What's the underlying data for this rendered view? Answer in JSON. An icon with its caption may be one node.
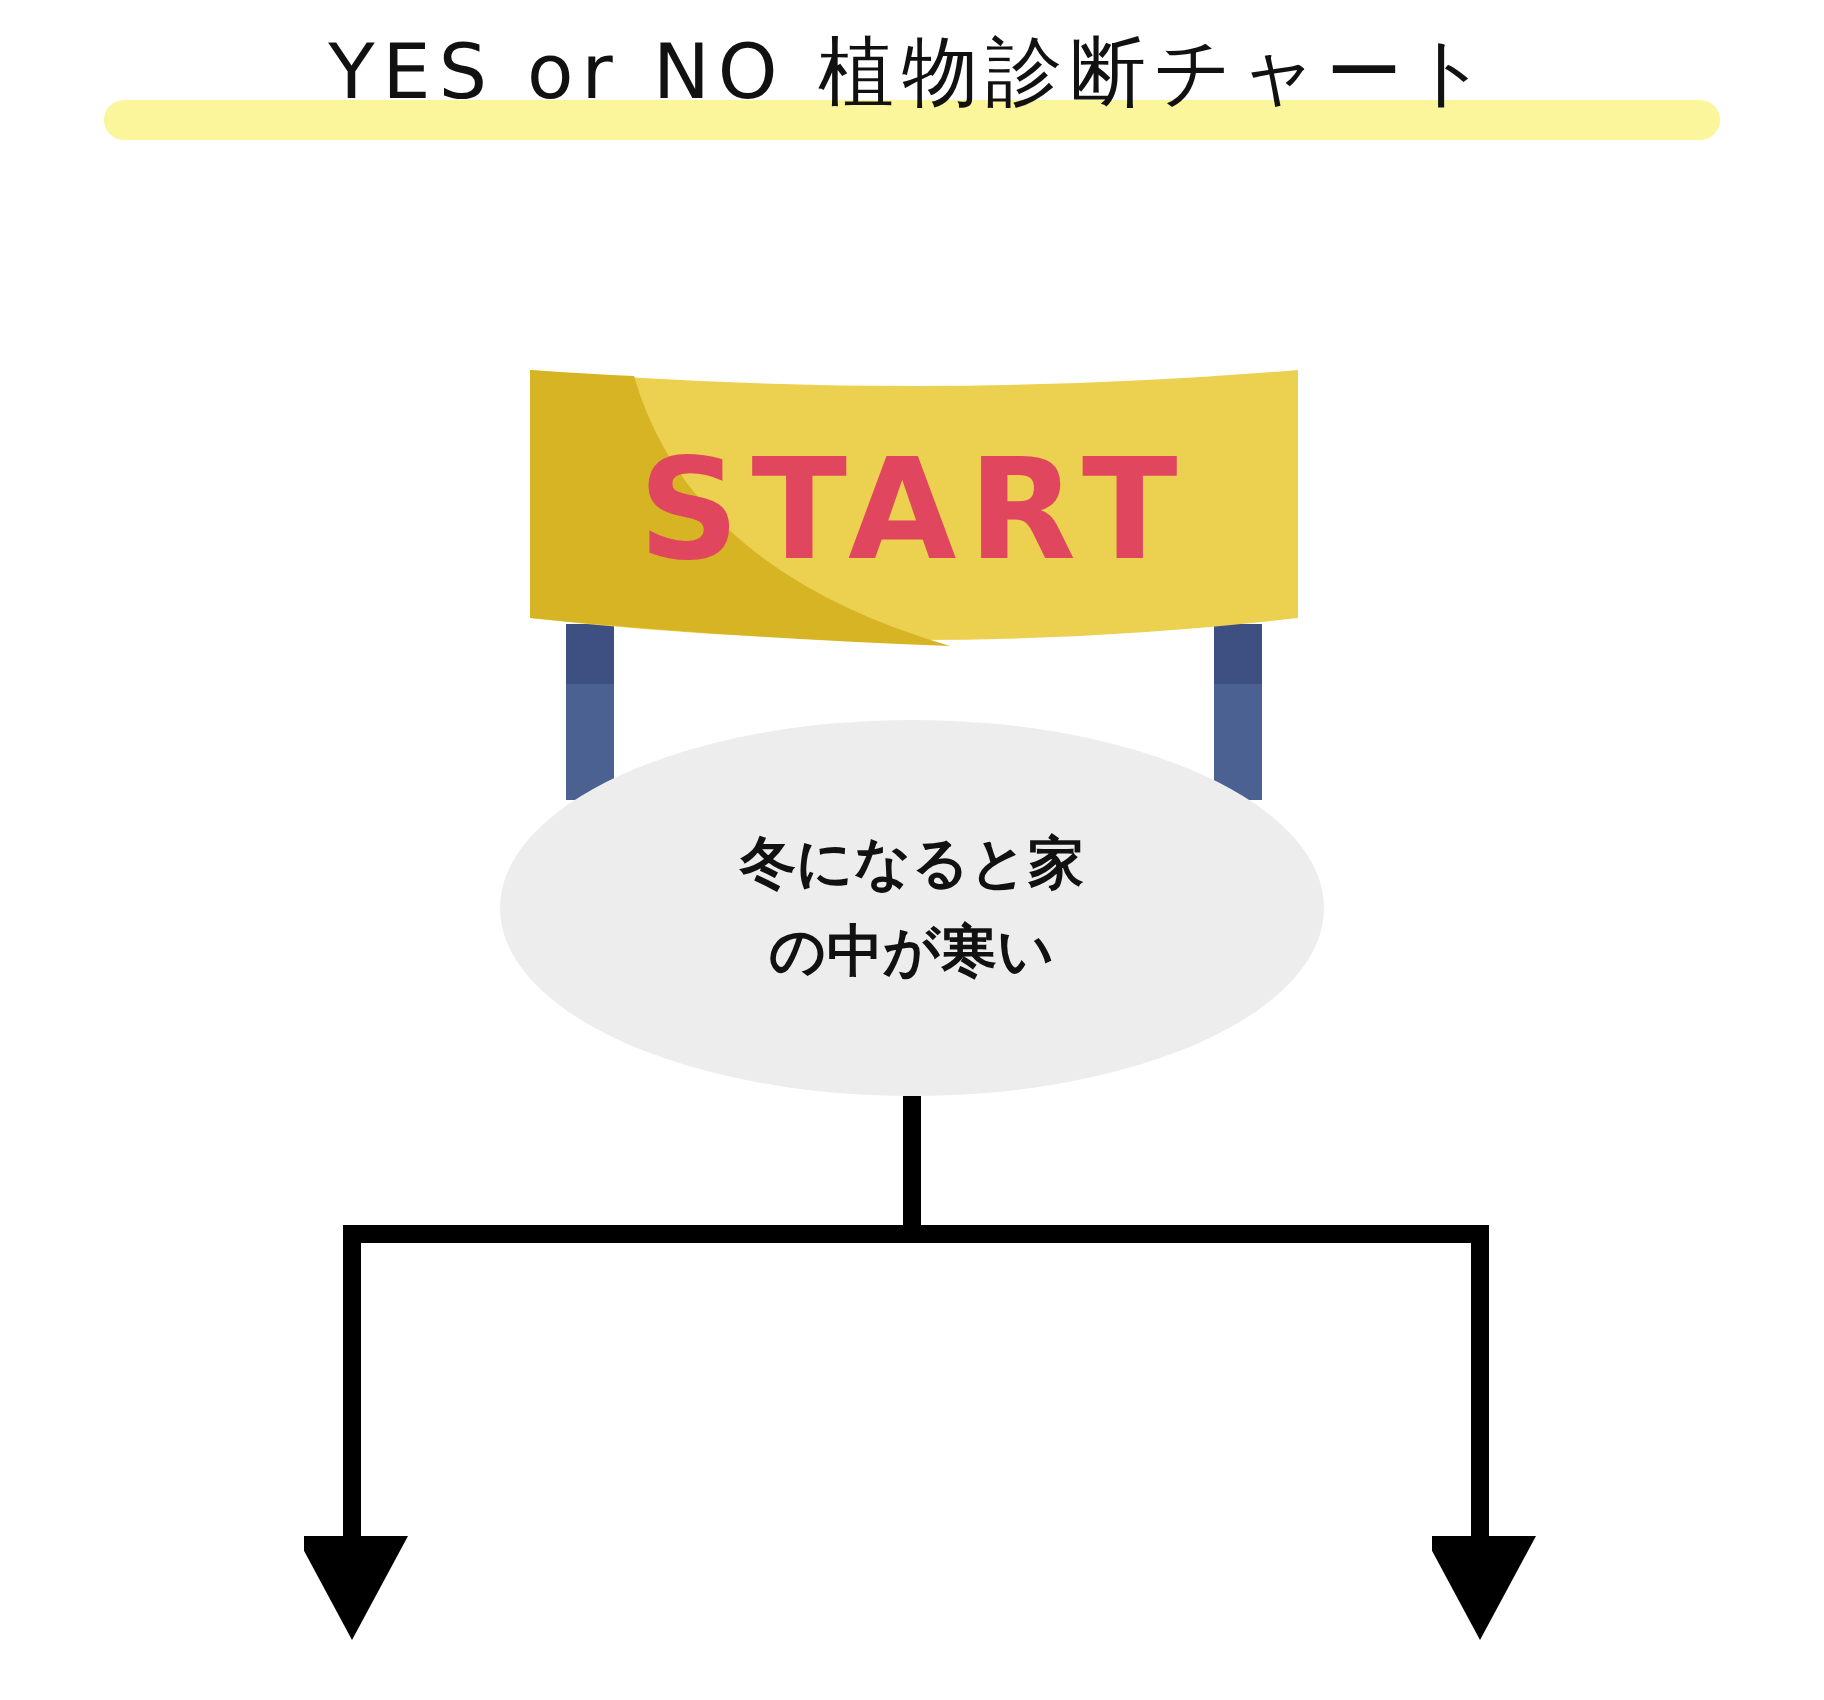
{
  "diagram": {
    "title": "YES or NO 植物診断チャート",
    "nodes": [
      {
        "text": [
          "START"
        ]
      },
      {
        "text": [
          "冬になると家の中が寒い"
        ]
      }
    ],
    "edges": [
      {
        "from": 1,
        "to": null,
        "arrow": "to"
      },
      {
        "from": 1,
        "to": null,
        "arrow": "to"
      }
    ]
  }
}
